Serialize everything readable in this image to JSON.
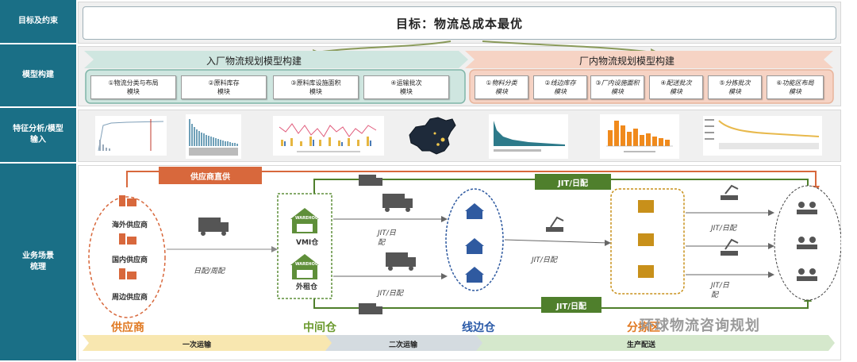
{
  "row_labels": {
    "goal": "目标及约束",
    "model": "模型构建",
    "features": "特征分析/模型\n输入",
    "scenario": "业务场景\n梳理"
  },
  "goal_text": "目标：物流总成本最优",
  "inbound": {
    "title": "入厂物流规划模型构建",
    "modules": [
      "①物流分类与布局\n模块",
      "②原料库存\n模块",
      "③原料库设施面积\n模块",
      "④运输批次\n模块"
    ]
  },
  "inplant": {
    "title": "厂内物流规划模型构建",
    "modules": [
      "①物料分类\n模块",
      "②线边库存\n模块",
      "③厂内设施面积\n模块",
      "④配送批次\n模块",
      "⑤分拣批次\n模块",
      "⑥功能区布局\n模块"
    ]
  },
  "scenario": {
    "supplier_direct": "供应商直供",
    "suppliers": [
      "海外供应商",
      "国内供应商",
      "周边供应商"
    ],
    "warehouse_word": "WAREHOUSE",
    "vmi": "VMI仓",
    "outsourced": "外租仓",
    "daily_weekly": "日配/周配",
    "jit_daily": "JIT/日配",
    "jit_daily_split": "JIT/日\n配",
    "jit_tag_top": "JIT/日配",
    "jit_tag_bottom": "JIT/日配",
    "titles": {
      "supplier": "供应商",
      "middle": "中间仓",
      "lineside": "线边仓",
      "delivery": "分拣区"
    },
    "watermark": "环球物流咨询规划"
  },
  "bottom_bar": [
    "一次运输",
    "二次运输",
    "生产配送"
  ],
  "colors": {
    "row_label": "#1a6f86",
    "green_panel": "#cfe6e0",
    "orange_panel": "#f6d3c4",
    "supplier_tag": "#d8683c",
    "jit_tag": "#4f7f2c",
    "warehouse_green": "#5f8f3a",
    "lineside_blue": "#2f5aa0",
    "box_gold": "#c8901a",
    "bar_yellow": "#f8e7b0",
    "bar_gray": "#d4dbe0",
    "bar_green": "#d5e8cc"
  }
}
